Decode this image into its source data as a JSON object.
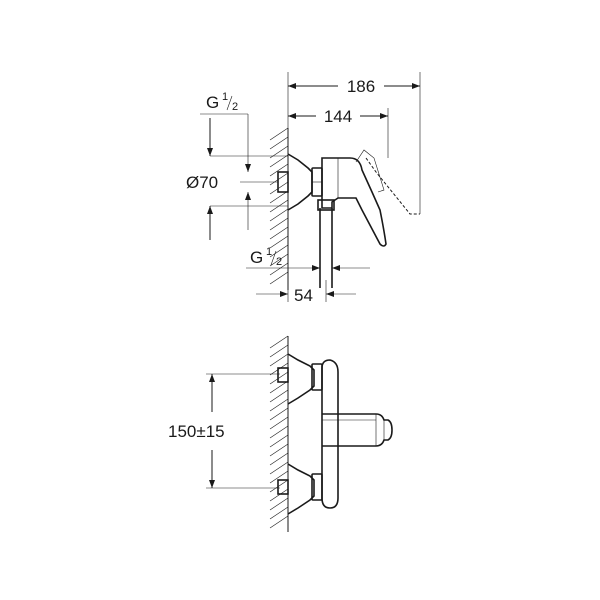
{
  "dimensions": {
    "total_depth": "186",
    "body_depth": "144",
    "thread_top": {
      "prefix": "G",
      "num": "1",
      "den": "2"
    },
    "diameter": "Ø70",
    "thread_bottom": {
      "prefix": "G",
      "num": "1",
      "den": "2"
    },
    "outlet_offset": "54",
    "center_distance": "150±15"
  },
  "colors": {
    "line": "#1a1a1a",
    "background": "#ffffff"
  }
}
